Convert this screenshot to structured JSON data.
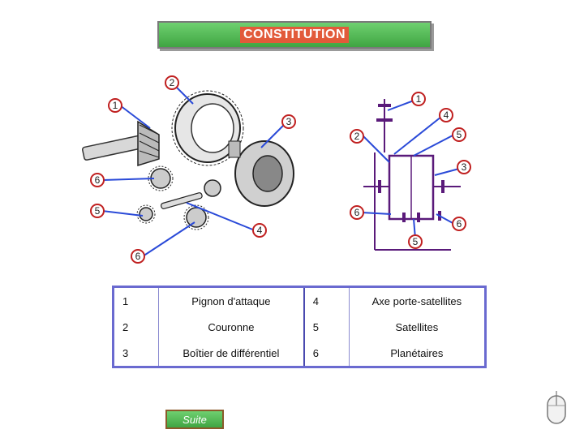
{
  "title": "CONSTITUTION",
  "callouts_left": [
    "2",
    "1",
    "3",
    "6",
    "5",
    "4",
    "6"
  ],
  "callouts_right": [
    "1",
    "4",
    "2",
    "5",
    "3",
    "6",
    "6",
    "5"
  ],
  "legend": [
    {
      "n1": "1",
      "l1": "Pignon d'attaque",
      "n2": "4",
      "l2": "Axe porte-satellites"
    },
    {
      "n1": "2",
      "l1": "Couronne",
      "n2": "5",
      "l2": "Satellites"
    },
    {
      "n1": "3",
      "l1": "Boîtier de différentiel",
      "n2": "6",
      "l2": "Planétaires"
    }
  ],
  "suite_label": "Suite",
  "colors": {
    "line": "#2a4ad8",
    "schematic": "#5a1a7a",
    "accent_red": "#c02020",
    "title_green": "#4cb64e"
  }
}
